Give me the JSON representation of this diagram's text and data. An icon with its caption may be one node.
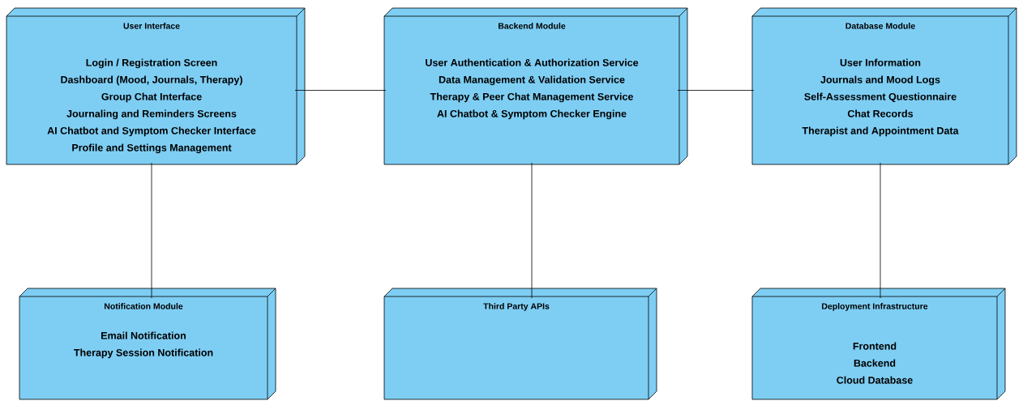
{
  "diagram": {
    "nodes": [
      {
        "text": [
          "User Interface",
          "Login / Registration Screen",
          "Dashboard (Mood, Journals, Therapy)",
          "Group Chat Interface",
          "Journaling and Reminders Screens",
          "AI Chatbot and Symptom Checker Interface",
          "Profile and Settings Management"
        ]
      },
      {
        "text": [
          "Backend Module",
          "User Authentication & Authorization Service",
          "Data Management & Validation Service",
          "Therapy & Peer Chat Management Service",
          "AI Chatbot & Symptom Checker Engine"
        ]
      },
      {
        "text": [
          "Database Module",
          "User Information",
          "Journals and Mood Logs",
          "Self-Assessment Questionnaire",
          "Chat Records",
          "Therapist and Appointment Data"
        ]
      },
      {
        "text": [
          "Notification Module",
          "Email Notification",
          "Therapy Session Notification"
        ]
      },
      {
        "text": [
          "Third Party APIs"
        ]
      },
      {
        "text": [
          "Deployment Infrastructure",
          "Frontend",
          "Backend",
          "Cloud Database"
        ]
      }
    ],
    "edges": [
      {
        "from": 0,
        "to": 1,
        "arrow": "none"
      },
      {
        "from": 1,
        "to": 2,
        "arrow": "none"
      },
      {
        "from": 0,
        "to": 3,
        "arrow": "none"
      },
      {
        "from": 1,
        "to": 4,
        "arrow": "none"
      },
      {
        "from": 2,
        "to": 5,
        "arrow": "none"
      }
    ]
  }
}
